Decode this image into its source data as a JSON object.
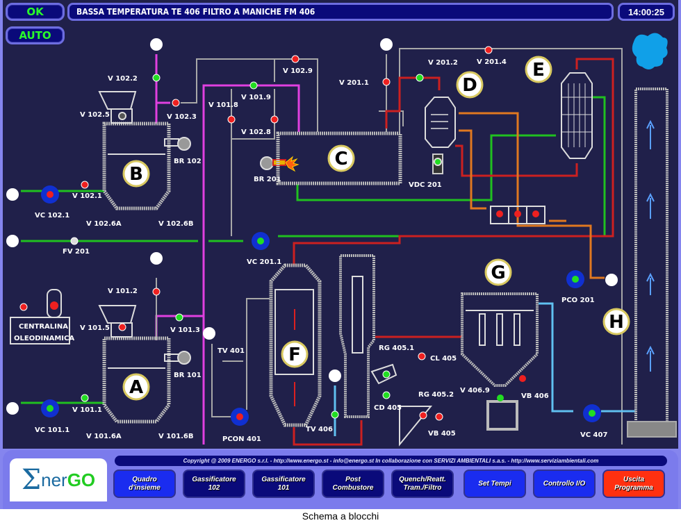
{
  "status": {
    "ok_label": "OK",
    "auto_label": "AUTO"
  },
  "header": {
    "alarm_message": "BASSA TEMPERATURA TE 406 FILTRO A MANICHE FM 406",
    "clock": "14:00:25"
  },
  "units": {
    "A": "A",
    "B": "B",
    "C": "C",
    "D": "D",
    "E": "E",
    "F": "F",
    "G": "G",
    "H": "H"
  },
  "labels": {
    "v102_2": "V 102.2",
    "v102_5": "V 102.5",
    "v102_3": "V 102.3",
    "v101_8": "V 101.8",
    "v101_9": "V 101.9",
    "v102_8": "V 102.8",
    "v102_9": "V 102.9",
    "br102": "BR 102",
    "br201": "BR 201",
    "v102_1": "V 102.1",
    "vc102_1": "VC 102.1",
    "v102_6a": "V 102.6A",
    "v102_6b": "V 102.6B",
    "fv201": "FV 201",
    "v201_1": "V 201.1",
    "v201_2": "V 201.2",
    "v201_4": "V 201.4",
    "vdc201": "VDC 201",
    "vc201_1": "VC 201.1",
    "v101_2": "V 101.2",
    "v101_5": "V 101.5",
    "v101_3": "V 101.3",
    "centralina_1": "CENTRALINA",
    "centralina_2": "OLEODINAMICA",
    "br101": "BR 101",
    "v101_1": "V 101.1",
    "vc101_1": "VC 101.1",
    "v101_6a": "V 101.6A",
    "v101_6b": "V 101.6B",
    "tv401": "TV 401",
    "pcon401": "PCON 401",
    "tv406": "TV 406",
    "rg405_1": "RG 405.1",
    "cl405": "CL 405",
    "cd405": "CD 405",
    "rg405_2": "RG 405.2",
    "vb405": "VB 405",
    "v406_9": "V 406.9",
    "vb406": "VB 406",
    "pco201": "PCO 201",
    "vc407": "VC 407"
  },
  "colors": {
    "valve_open": "#22dd22",
    "valve_closed": "#ee2020",
    "pipe_pink": "#e040e0",
    "pipe_green": "#20c020",
    "pipe_red": "#cc2020",
    "pipe_orange": "#e07820",
    "pipe_cyan": "#60c0f0",
    "pipe_grey": "#a8a8a8"
  },
  "footer": {
    "logo": {
      "sigma": "Σ",
      "ner": "ner",
      "go": "GO"
    },
    "copyright": "Copyright @ 2009 ENERGO s.r.l. - http://www.energo.st - info@energo.st      In collaborazione con SERVIZI AMBIENTALI s.a.s. - http://www.serviziambientali.com",
    "buttons": [
      {
        "label": "Quadro\nd'insieme"
      },
      {
        "label": "Gassificatore\n102"
      },
      {
        "label": "Gassificatore\n101"
      },
      {
        "label": "Post\nCombustore"
      },
      {
        "label": "Quench/Reatt.\nTram./Filtro"
      },
      {
        "label": "Set Tempi"
      },
      {
        "label": "Controllo I/O"
      },
      {
        "label": "Uscita\nProgramma"
      }
    ]
  },
  "caption": "Schema a blocchi"
}
